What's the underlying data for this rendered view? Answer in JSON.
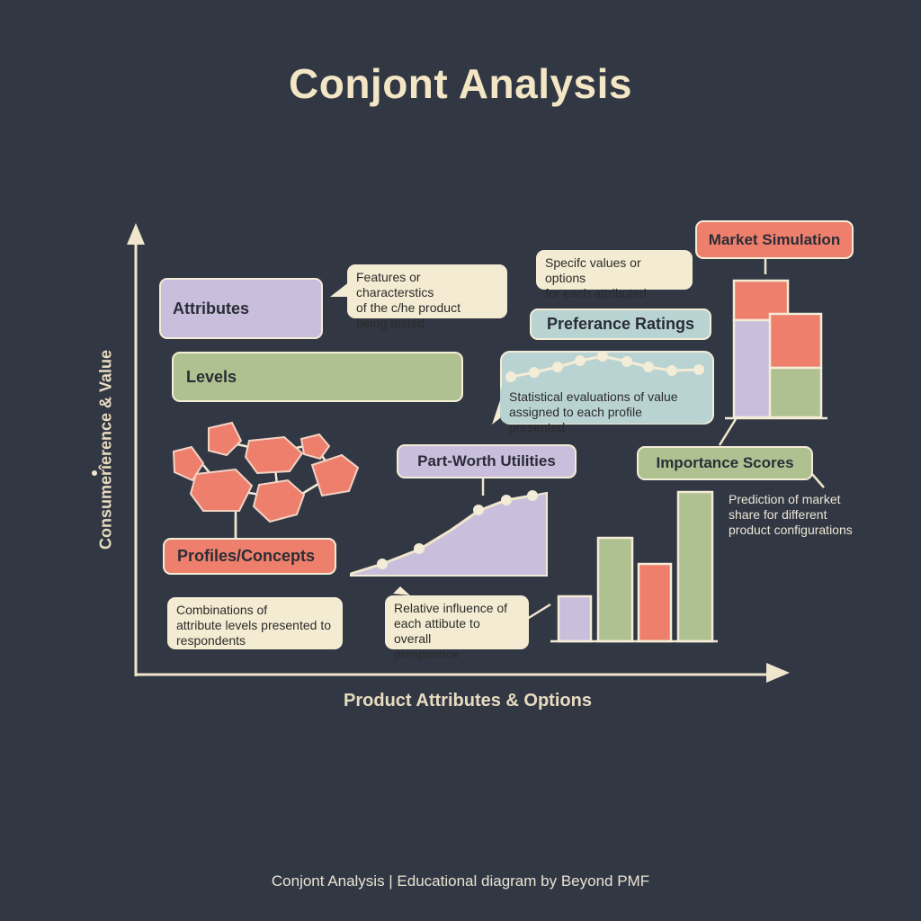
{
  "title": "Conjont Analysis",
  "footer": "Conjont Analysis | Educational diagram by Beyond PMF",
  "axes": {
    "x_label": "Product Attributes & Options",
    "y_label": "Consumerîerence & Value"
  },
  "boxes": {
    "attributes": "Attributes",
    "levels": "Levels",
    "profiles": "Profiles/Concepts",
    "preference_ratings": "Preferance Ratings",
    "part_worth": "Part-Worth Utilities",
    "market_simulation": "Market Simulation",
    "importance_scores": "Importance Scores"
  },
  "notes": {
    "attributes_l1": "Features or characterstics",
    "attributes_l2": "of the c/he product",
    "attributes_l3": "being tested",
    "levels_l1": "Specifc values or options",
    "levels_l2": "for each attributed",
    "ratings_l1": "Statistical evaluations of value",
    "ratings_l2": "assigned to each profile presented",
    "profiles_l1": "Combinations of",
    "profiles_l2": "attribute levels presented to",
    "profiles_l3": "respondents",
    "partworth_l1": "Relative influence of",
    "partworth_l2": "each attibute to overall",
    "partworth_l3": "prespsence",
    "market_l1": "Prediction of market",
    "market_l2": "share for different",
    "market_l3": "product configurations"
  },
  "colors": {
    "background": "#323744",
    "cream": "#f4ecd2",
    "lavender": "#c9bedc",
    "sage": "#afc190",
    "coral": "#ee7f6c",
    "teal": "#b9d3d2"
  }
}
